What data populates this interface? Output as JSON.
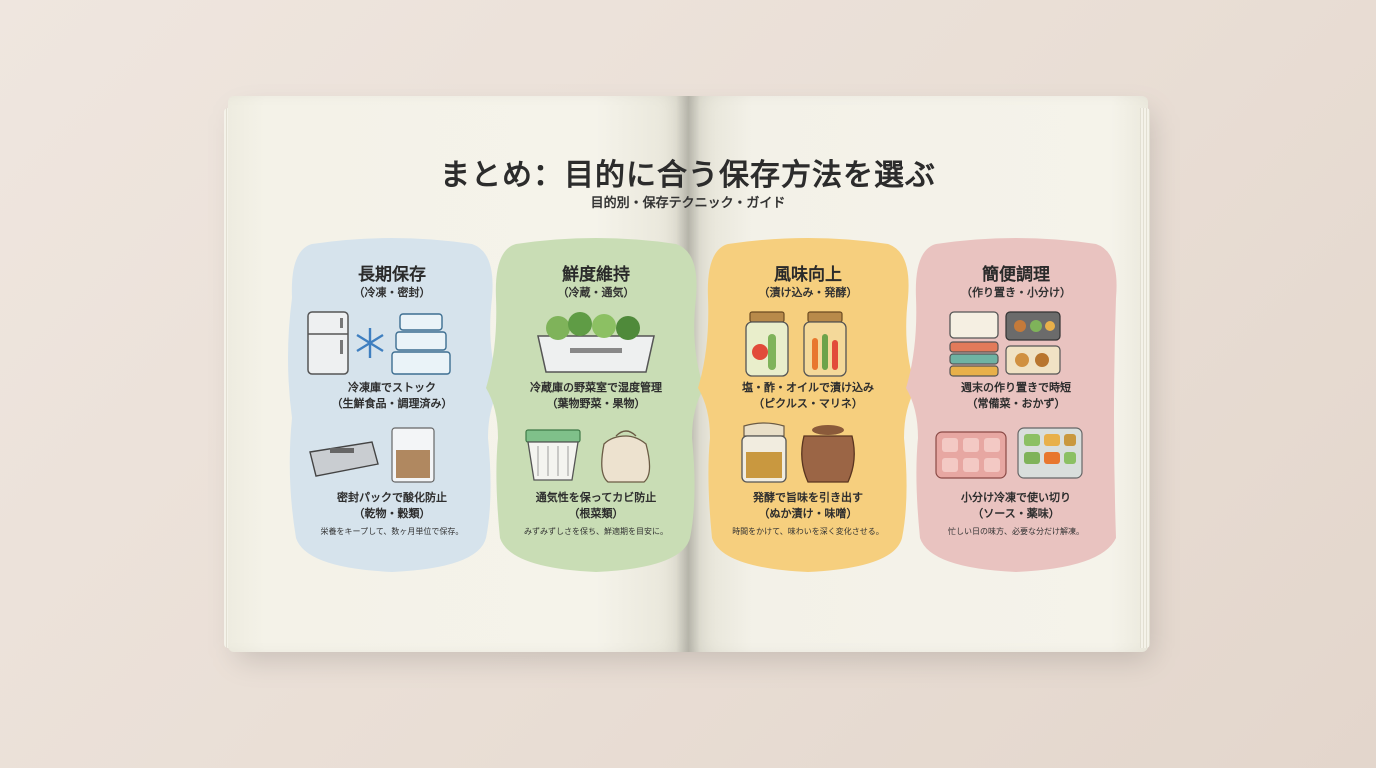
{
  "title": "まとめ：目的に合う保存方法を選ぶ",
  "subtitle": "目的別・保存テクニック・ガイド",
  "colors": {
    "panel1": "#d6e3ec",
    "panel2": "#c9ddb5",
    "panel3": "#f6cf7e",
    "panel4": "#e9c3c0"
  },
  "panels": [
    {
      "title": "長期保存",
      "sub": "（冷凍・密封）",
      "cap1_line1": "冷凍庫でストック",
      "cap1_line2": "（生鮮食品・調理済み）",
      "cap2_line1": "密封パックで酸化防止",
      "cap2_line2": "（乾物・穀類）",
      "note": "栄養をキープして、数ヶ月単位で保存。",
      "icons": [
        "refrigerator-icon",
        "snowflake-icon",
        "container-stack-icon",
        "vacuum-sealer-icon",
        "sealed-bag-icon"
      ]
    },
    {
      "title": "鮮度維持",
      "sub": "（冷蔵・通気）",
      "cap1_line1": "冷蔵庫の野菜室で湿度管理",
      "cap1_line2": "（葉物野菜・果物）",
      "cap2_line1": "通気性を保ってカビ防止",
      "cap2_line2": "（根菜類）",
      "note": "みずみずしさを保ち、鮮適期を目安に。",
      "icons": [
        "vegetable-drawer-icon",
        "basket-icon",
        "cloth-bag-icon"
      ]
    },
    {
      "title": "風味向上",
      "sub": "（漬け込み・発酵）",
      "cap1_line1": "塩・酢・オイルで漬け込み",
      "cap1_line2": "（ピクルス・マリネ）",
      "cap2_line1": "発酵で旨味を引き出す",
      "cap2_line2": "（ぬか漬け・味噌）",
      "note": "時間をかけて、味わいを深く変化させる。",
      "icons": [
        "pickle-jar-icon",
        "marinade-jar-icon",
        "miso-jar-icon",
        "crock-pot-icon"
      ]
    },
    {
      "title": "簡便調理",
      "sub": "（作り置き・小分け）",
      "cap1_line1": "週末の作り置きで時短",
      "cap1_line2": "（常備菜・おかず）",
      "cap2_line1": "小分け冷凍で使い切り",
      "cap2_line2": "（ソース・薬味）",
      "note": "忙しい日の味方、必要な分だけ解凍。",
      "icons": [
        "meal-prep-box-icon",
        "ice-cube-tray-icon"
      ]
    }
  ]
}
